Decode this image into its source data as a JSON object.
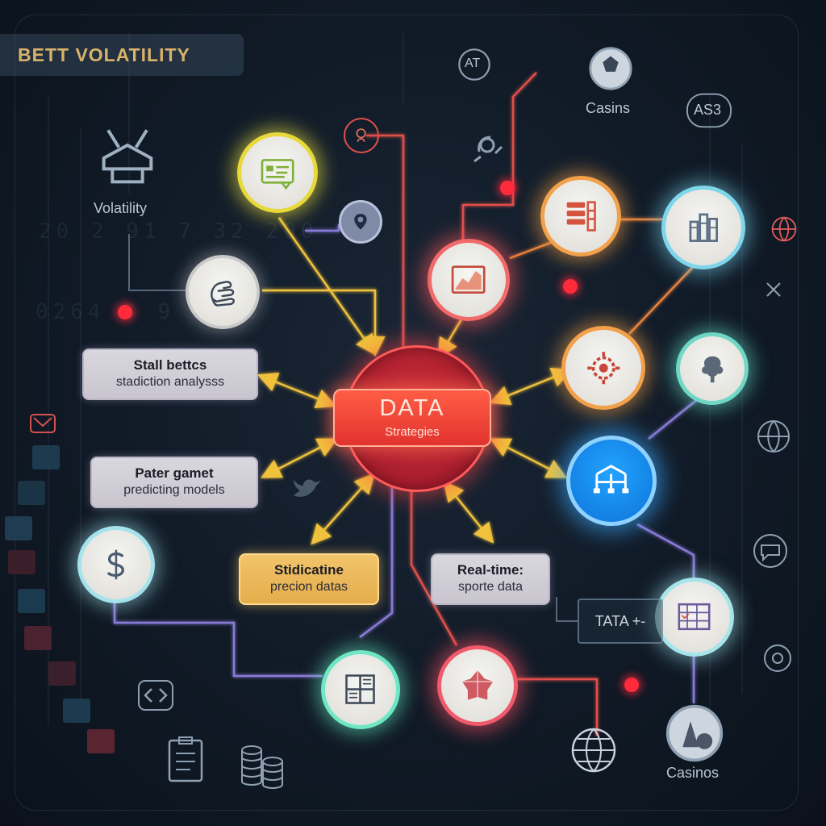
{
  "title": "BETT VOLATILITY",
  "hub": {
    "title": "DATA",
    "subtitle": "Strategies"
  },
  "cards": [
    {
      "title": "Stall bettcs",
      "subtitle": "stadiction analysss"
    },
    {
      "title": "Pater gamet",
      "subtitle": "predicting models"
    },
    {
      "title": "Stidicatine",
      "subtitle": "precion datas"
    },
    {
      "title": "Real-time:",
      "subtitle": "sporte data"
    }
  ],
  "labels": {
    "volatility": "Volatility",
    "casins": "Casins",
    "casinos": "Casinos",
    "as3": "AS3",
    "badge_at": "AT",
    "tata": "TATA +-"
  },
  "colors": {
    "connector_gold": "#f0c23a",
    "connector_orange": "#e8823a",
    "connector_purple": "#8b7ad8",
    "connector_red": "#e0504a",
    "hub_red": "#c8283a",
    "accent_dot": "#ff2a3a"
  },
  "icons": [
    "coupon-icon",
    "map-pin-icon",
    "hands-icon",
    "chart-icon",
    "table-icon",
    "bar-chart-icon",
    "gear-icon",
    "tree-icon",
    "network-icon",
    "dollar-icon",
    "grid-icon",
    "diamond-icon",
    "calendar-icon",
    "globe-icon",
    "casino-icon",
    "soccer-ball-icon",
    "head-icon",
    "router-icon"
  ]
}
